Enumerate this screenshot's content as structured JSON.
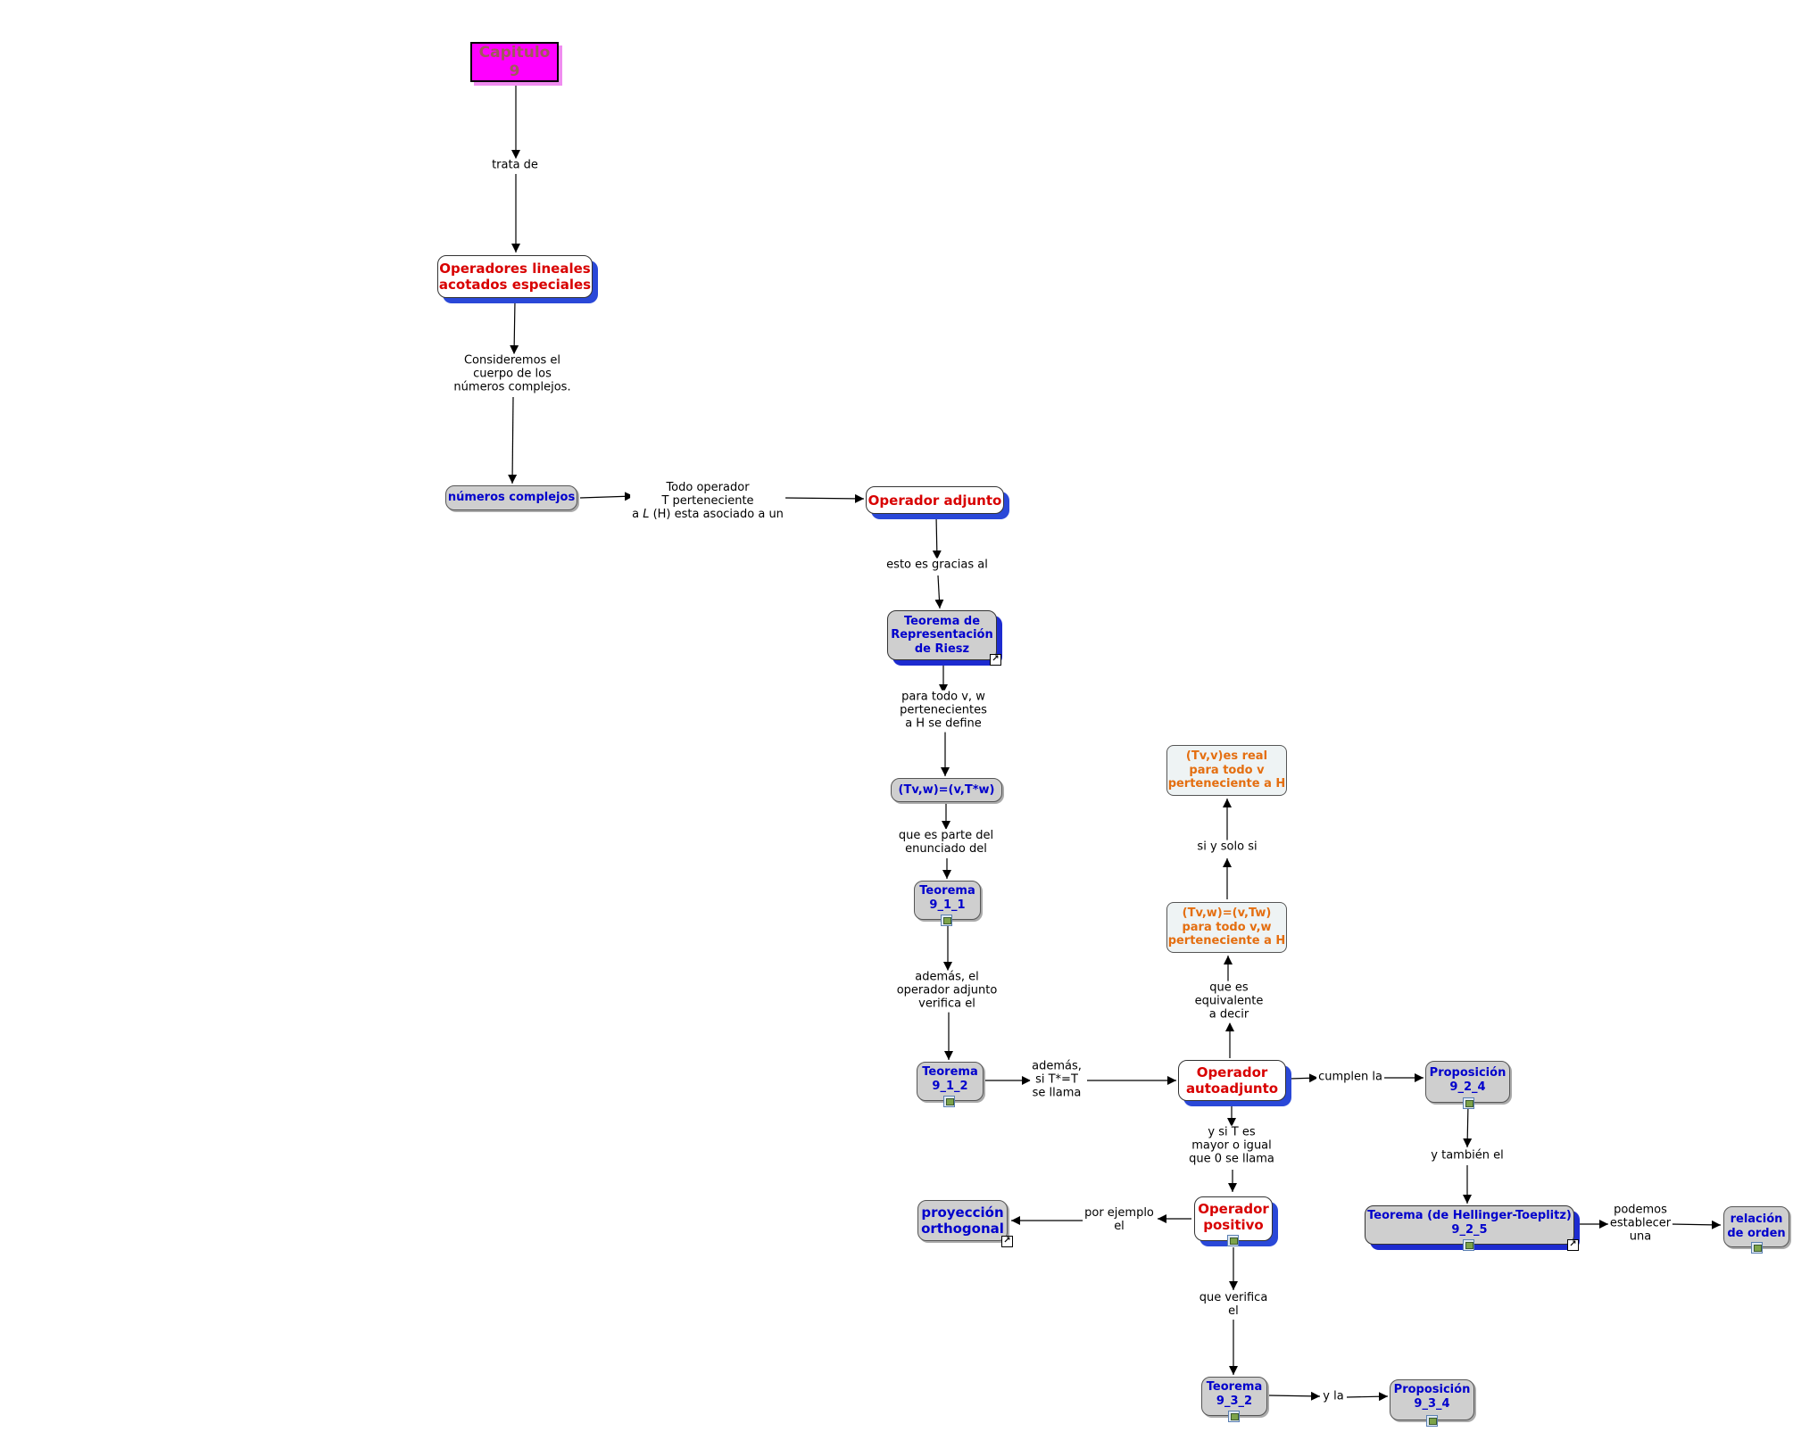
{
  "nodes": {
    "capitulo": "Capitulo 9",
    "operadores": "Operadores lineales\nacotados especiales",
    "numeros": "números complejos",
    "adjunto": "Operador adjunto",
    "riesz": "Teorema de\nRepresentación\nde Riesz",
    "formula_adj": "(Tv,w)=(v,T*w)",
    "t911": "Teorema\n9_1_1",
    "t912": "Teorema\n9_1_2",
    "autoadjunto": "Operador\nautoadjunto",
    "real": "(Tv,v)es real\npara todo v\nperteneciente a H",
    "formula_auto": "(Tv,w)=(v,Tw)\npara todo v,w\nperteneciente a H",
    "p924": "Proposición\n9_2_4",
    "hellinger": "Teorema (de Hellinger-Toeplitz)\n9_2_5",
    "relacion": "relación\nde orden",
    "positivo": "Operador\npositivo",
    "proyeccion": "proyección\northogonal",
    "t932": "Teorema\n9_3_2",
    "p934": "Proposición\n9_3_4"
  },
  "links": {
    "trata": "trata de",
    "consideremos": "Consideremos el\ncuerpo de los\nnúmeros complejos.",
    "todo_op_1": "Todo operador\nT perteneciente",
    "todo_op_2a": "a ",
    "todo_op_2b": "L",
    "todo_op_2c": " (H) esta asociado a un",
    "gracias": "esto es gracias al",
    "para_todo": "para todo v, w\npertenecientes\na H se define",
    "parte": "que es parte del\nenunciado del",
    "ademas_verifica": "además, el\noperador adjunto\nverifica el",
    "ademas_si": "además,\nsi T*=T\nse llama",
    "si_solo_si": "si y solo si",
    "equivalente": "que es\nequivalente\na decir",
    "cumplen": "cumplen la",
    "tambien": "y también el",
    "podemos": "podemos\nestablecer\nuna",
    "mayor": "y si T es\nmayor o igual\nque 0 se llama",
    "ejemplo": "por ejemplo\nel",
    "que_verifica": "que verifica\nel",
    "y_la": "y la"
  },
  "colors": {
    "root_fill": "#ff00ff",
    "concept_red": "#d80000",
    "theorem_blue": "#0000cc",
    "formula_orange": "#e46e10",
    "shadow_blue": "#2a48d8"
  },
  "icons": [
    "external-link-icon",
    "attached-file-icon"
  ]
}
